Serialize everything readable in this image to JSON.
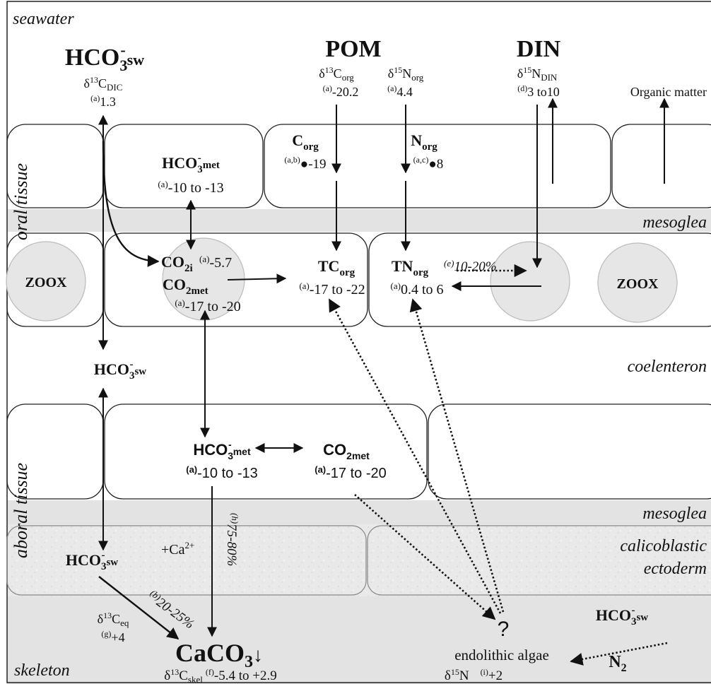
{
  "zones": {
    "seawater": "seawater",
    "oral_tissue": "oral tissue",
    "mesoglea": "mesoglea",
    "coelenteron": "coelenteron",
    "aboral_tissue": "aboral tissue",
    "calicoblastic_1": "calicoblastic",
    "calicoblastic_2": "ectoderm",
    "skeleton": "skeleton"
  },
  "zoox_label": "ZOOX",
  "top": {
    "hco3_main": "HCO",
    "hco3_sub": "3",
    "hco3_sup": "-",
    "hco3_subsw": "sw",
    "d13c_delta": "δ",
    "d13c_mass": "13",
    "d13c_el": "C",
    "d13c_sub": "DIC",
    "d13c_ref": "(a)",
    "d13c_val": "1.3",
    "pom": "POM",
    "pom_c_delta": "δ",
    "pom_c_mass": "13",
    "pom_c_el": "C",
    "pom_c_sub": "org",
    "pom_c_ref": "(a)",
    "pom_c_val": "-20.2",
    "pom_n_delta": "δ",
    "pom_n_mass": "15",
    "pom_n_el": "N",
    "pom_n_sub": "org",
    "pom_n_ref": "(a)",
    "pom_n_val": "4.4",
    "din": "DIN",
    "din_delta": "δ",
    "din_mass": "15",
    "din_el": "N",
    "din_sub": "DIN",
    "din_ref": "(d)",
    "din_val": "3 to10",
    "organic_matter": "Organic matter"
  },
  "oral": {
    "hco3met_main": "HCO",
    "hco3met_sub": "3",
    "hco3met_sup": "-",
    "hco3met_subm": "met",
    "hco3met_ref": "(a)",
    "hco3met_val": "-10 to -13",
    "corg_main": "C",
    "corg_sub": "org",
    "corg_ref": "(a,b)",
    "corg_val": "●-19",
    "norg_main": "N",
    "norg_sub": "org",
    "norg_ref": "(a,c)",
    "norg_val": "●8"
  },
  "zoox_layer": {
    "co2i_main": "CO",
    "co2i_sub": "2i",
    "co2i_ref": "(a)",
    "co2i_val": "-5.7",
    "co2met_main": "CO",
    "co2met_sub": "2met",
    "co2met_ref": "(a)",
    "co2met_val": "-17 to -20",
    "tcorg_main": "TC",
    "tcorg_sub": "org",
    "tcorg_ref": "(a)",
    "tcorg_val": "-17 to -22",
    "tnorg_main": "TN",
    "tnorg_sub": "org",
    "tnorg_ref": "(a)",
    "tnorg_val": "0.4 to 6",
    "transfer_ref": "(e)",
    "transfer_val": "10-20%"
  },
  "coel": {
    "hco3sw_main": "HCO",
    "hco3sw_sub": "3",
    "hco3sw_sup": "-",
    "hco3sw_subsw": "sw"
  },
  "aboral": {
    "hco3met_main": "HCO",
    "hco3met_sub": "3",
    "hco3met_sup": "-",
    "hco3met_subm": "met",
    "hco3met_ref": "(a)",
    "hco3met_val": "-10 to -13",
    "co2met_main": "CO",
    "co2met_sub": "2met",
    "co2met_ref": "(a)",
    "co2met_val": "-17 to -20"
  },
  "calico": {
    "hco3sw_main": "HCO",
    "hco3sw_sub": "3",
    "hco3sw_sup": "-",
    "hco3sw_subsw": "sw",
    "ca": "+Ca",
    "ca_sup": "2+",
    "pct_ref": "(b)",
    "pct_val": "20-25%",
    "vpct_ref": "(h)",
    "vpct_val": "75-80%"
  },
  "skel": {
    "d13ceq_delta": "δ",
    "d13ceq_mass": "13",
    "d13ceq_el": "C",
    "d13ceq_sub": "eq",
    "d13ceq_ref": "(g)",
    "d13ceq_val": "+4",
    "caco3": "CaCO",
    "caco3_sub": "3",
    "caco3_arrow": "↓",
    "skel_delta": "δ",
    "skel_mass": "13",
    "skel_el": "C",
    "skel_sub": "skel",
    "skel_ref": "(f)",
    "skel_val": "-5.4 to +2.9",
    "question": "?",
    "endolithic": "endolithic algae",
    "endo_delta": "δ",
    "endo_mass": "15",
    "endo_el": "N",
    "endo_ref": "(i)",
    "endo_val": "+2",
    "hco3sw_main": "HCO",
    "hco3sw_sub": "3",
    "hco3sw_sup": "-",
    "hco3sw_subsw": "sw",
    "n2_main": "N",
    "n2_sub": "2"
  }
}
